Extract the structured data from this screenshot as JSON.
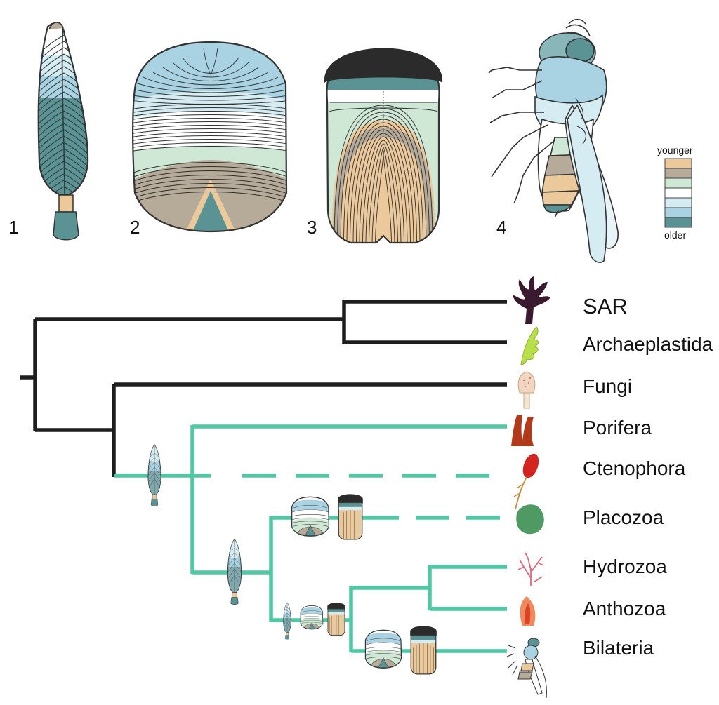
{
  "colors": {
    "teal_dark": "#5b9394",
    "teal_mid": "#89b7b9",
    "blue_light": "#a9d2e2",
    "blue_pale": "#d5ecf3",
    "white": "#ffffff",
    "mint": "#cfe8d6",
    "taupe": "#b6aa98",
    "tan": "#ecc99b",
    "outline": "#3a3a3a",
    "tree_black": "#1e1e1e",
    "tree_teal": "#4ec9a4"
  },
  "panel_labels": [
    "1",
    "2",
    "3",
    "4"
  ],
  "legend": {
    "top_label": "younger",
    "bottom_label": "older",
    "swatches": [
      "tan",
      "taupe",
      "mint",
      "white",
      "blue_pale",
      "blue_light",
      "teal_dark"
    ]
  },
  "taxa": [
    {
      "label": "SAR",
      "icon": "red-seaweed-icon"
    },
    {
      "label": "Archaeplastida",
      "icon": "green-fern-icon"
    },
    {
      "label": "Fungi",
      "icon": "mushroom-icon"
    },
    {
      "label": "Porifera",
      "icon": "sponge-icon"
    },
    {
      "label": "Ctenophora",
      "icon": "comb-jelly-icon"
    },
    {
      "label": "Placozoa",
      "icon": "placozoan-blob-icon"
    },
    {
      "label": "Hydrozoa",
      "icon": "hydroid-branch-icon"
    },
    {
      "label": "Anthozoa",
      "icon": "sea-anemone-icon"
    },
    {
      "label": "Bilateria",
      "icon": "fly-icon"
    }
  ]
}
